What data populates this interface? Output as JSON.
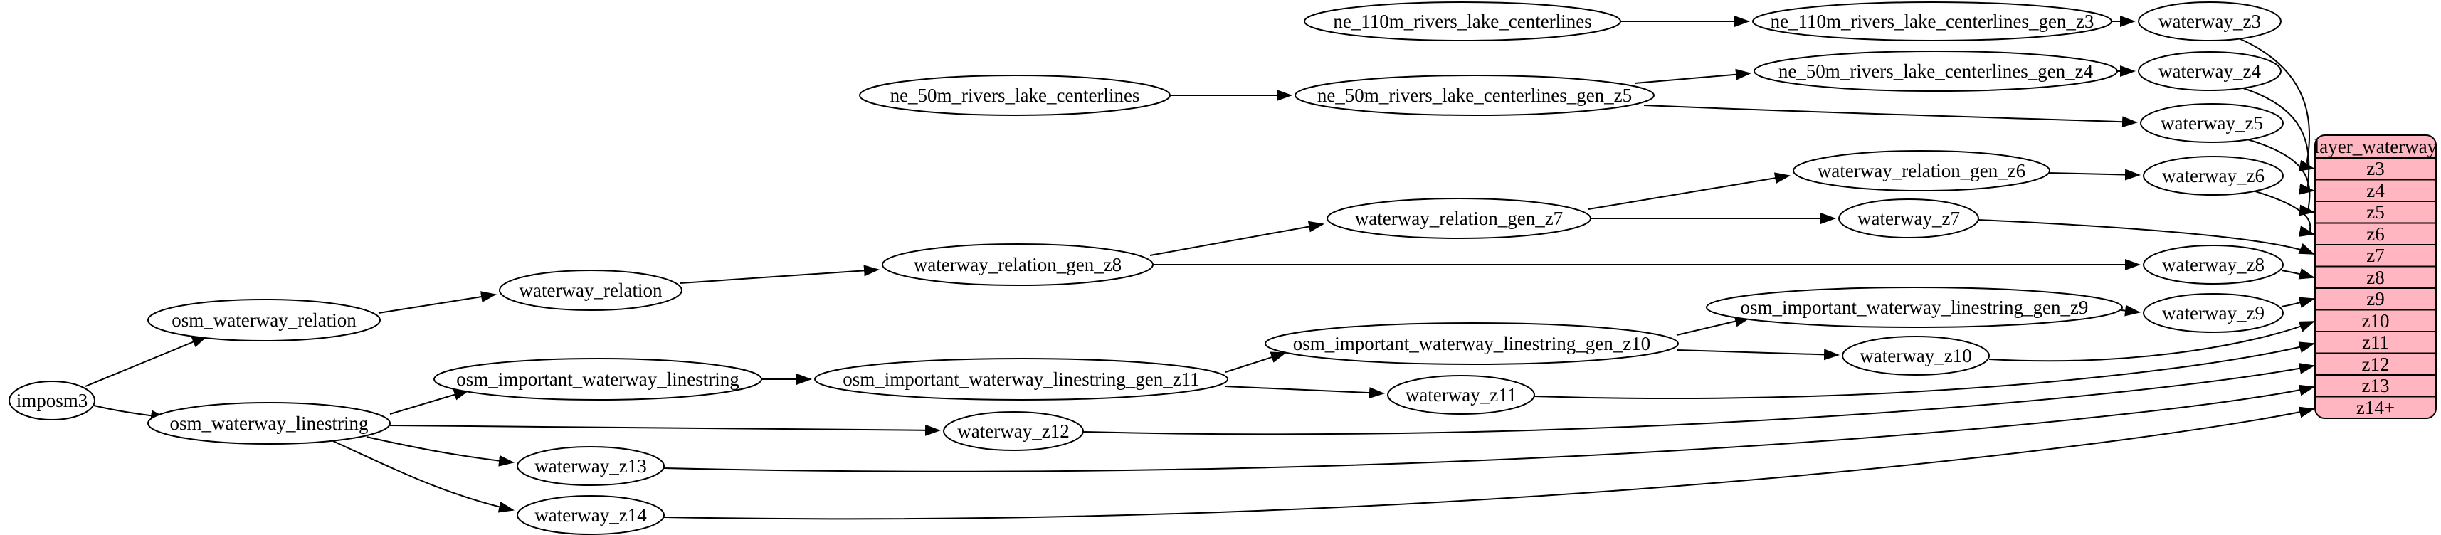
{
  "diagram": {
    "background": "#ffffff",
    "node_fill": "#ffffff",
    "node_stroke": "#000000",
    "edge_color": "#000000",
    "text_color": "#000000"
  },
  "nodes": {
    "imposm3": "imposm3",
    "osm_waterway_relation": "osm_waterway_relation",
    "osm_waterway_linestring": "osm_waterway_linestring",
    "waterway_relation": "waterway_relation",
    "osm_important_waterway_linestring": "osm_important_waterway_linestring",
    "waterway_relation_gen_z8": "waterway_relation_gen_z8",
    "osm_important_waterway_linestring_gen_z11": "osm_important_waterway_linestring_gen_z11",
    "ne_50m_rivers_lake_centerlines": "ne_50m_rivers_lake_centerlines",
    "waterway_z12": "waterway_z12",
    "ne_110m_rivers_lake_centerlines": "ne_110m_rivers_lake_centerlines",
    "ne_50m_rivers_lake_centerlines_gen_z5": "ne_50m_rivers_lake_centerlines_gen_z5",
    "waterway_relation_gen_z7": "waterway_relation_gen_z7",
    "osm_important_waterway_linestring_gen_z10": "osm_important_waterway_linestring_gen_z10",
    "waterway_z11": "waterway_z11",
    "ne_110m_rivers_lake_centerlines_gen_z3": "ne_110m_rivers_lake_centerlines_gen_z3",
    "ne_50m_rivers_lake_centerlines_gen_z4": "ne_50m_rivers_lake_centerlines_gen_z4",
    "waterway_relation_gen_z6": "waterway_relation_gen_z6",
    "waterway_z7": "waterway_z7",
    "osm_important_waterway_linestring_gen_z9": "osm_important_waterway_linestring_gen_z9",
    "waterway_z10": "waterway_z10",
    "waterway_z3": "waterway_z3",
    "waterway_z4": "waterway_z4",
    "waterway_z5": "waterway_z5",
    "waterway_z6": "waterway_z6",
    "waterway_z8": "waterway_z8",
    "waterway_z9": "waterway_z9",
    "waterway_z13": "waterway_z13",
    "waterway_z14": "waterway_z14"
  },
  "table": {
    "title": "layer_waterway",
    "rows": [
      "z3",
      "z4",
      "z5",
      "z6",
      "z7",
      "z8",
      "z9",
      "z10",
      "z11",
      "z12",
      "z13",
      "z14+"
    ],
    "fill": "#ffb6c1",
    "stroke": "#000000"
  },
  "edges": [
    {
      "from": "imposm3",
      "to": "osm_waterway_relation"
    },
    {
      "from": "imposm3",
      "to": "osm_waterway_linestring"
    },
    {
      "from": "osm_waterway_relation",
      "to": "waterway_relation"
    },
    {
      "from": "waterway_relation",
      "to": "waterway_relation_gen_z8"
    },
    {
      "from": "waterway_relation_gen_z8",
      "to": "waterway_relation_gen_z7"
    },
    {
      "from": "waterway_relation_gen_z8",
      "to": "waterway_z8"
    },
    {
      "from": "waterway_relation_gen_z7",
      "to": "waterway_relation_gen_z6"
    },
    {
      "from": "waterway_relation_gen_z7",
      "to": "waterway_z7"
    },
    {
      "from": "waterway_relation_gen_z6",
      "to": "waterway_z6"
    },
    {
      "from": "ne_110m_rivers_lake_centerlines",
      "to": "ne_110m_rivers_lake_centerlines_gen_z3"
    },
    {
      "from": "ne_110m_rivers_lake_centerlines_gen_z3",
      "to": "waterway_z3"
    },
    {
      "from": "ne_50m_rivers_lake_centerlines",
      "to": "ne_50m_rivers_lake_centerlines_gen_z5"
    },
    {
      "from": "ne_50m_rivers_lake_centerlines_gen_z5",
      "to": "ne_50m_rivers_lake_centerlines_gen_z4"
    },
    {
      "from": "ne_50m_rivers_lake_centerlines_gen_z5",
      "to": "waterway_z5"
    },
    {
      "from": "ne_50m_rivers_lake_centerlines_gen_z4",
      "to": "waterway_z4"
    },
    {
      "from": "osm_waterway_linestring",
      "to": "osm_important_waterway_linestring"
    },
    {
      "from": "osm_waterway_linestring",
      "to": "waterway_z12"
    },
    {
      "from": "osm_waterway_linestring",
      "to": "waterway_z13"
    },
    {
      "from": "osm_waterway_linestring",
      "to": "waterway_z14"
    },
    {
      "from": "osm_important_waterway_linestring",
      "to": "osm_important_waterway_linestring_gen_z11"
    },
    {
      "from": "osm_important_waterway_linestring_gen_z11",
      "to": "osm_important_waterway_linestring_gen_z10"
    },
    {
      "from": "osm_important_waterway_linestring_gen_z11",
      "to": "waterway_z11"
    },
    {
      "from": "osm_important_waterway_linestring_gen_z10",
      "to": "osm_important_waterway_linestring_gen_z9"
    },
    {
      "from": "osm_important_waterway_linestring_gen_z10",
      "to": "waterway_z10"
    },
    {
      "from": "osm_important_waterway_linestring_gen_z9",
      "to": "waterway_z9"
    },
    {
      "from": "waterway_z3",
      "to": "layer_waterway.z3"
    },
    {
      "from": "waterway_z4",
      "to": "layer_waterway.z4"
    },
    {
      "from": "waterway_z5",
      "to": "layer_waterway.z5"
    },
    {
      "from": "waterway_z6",
      "to": "layer_waterway.z6"
    },
    {
      "from": "waterway_z7",
      "to": "layer_waterway.z7"
    },
    {
      "from": "waterway_z8",
      "to": "layer_waterway.z8"
    },
    {
      "from": "waterway_z9",
      "to": "layer_waterway.z9"
    },
    {
      "from": "waterway_z10",
      "to": "layer_waterway.z10"
    },
    {
      "from": "waterway_z11",
      "to": "layer_waterway.z11"
    },
    {
      "from": "waterway_z12",
      "to": "layer_waterway.z12"
    },
    {
      "from": "waterway_z13",
      "to": "layer_waterway.z13"
    },
    {
      "from": "waterway_z14",
      "to": "layer_waterway.z14+"
    }
  ]
}
